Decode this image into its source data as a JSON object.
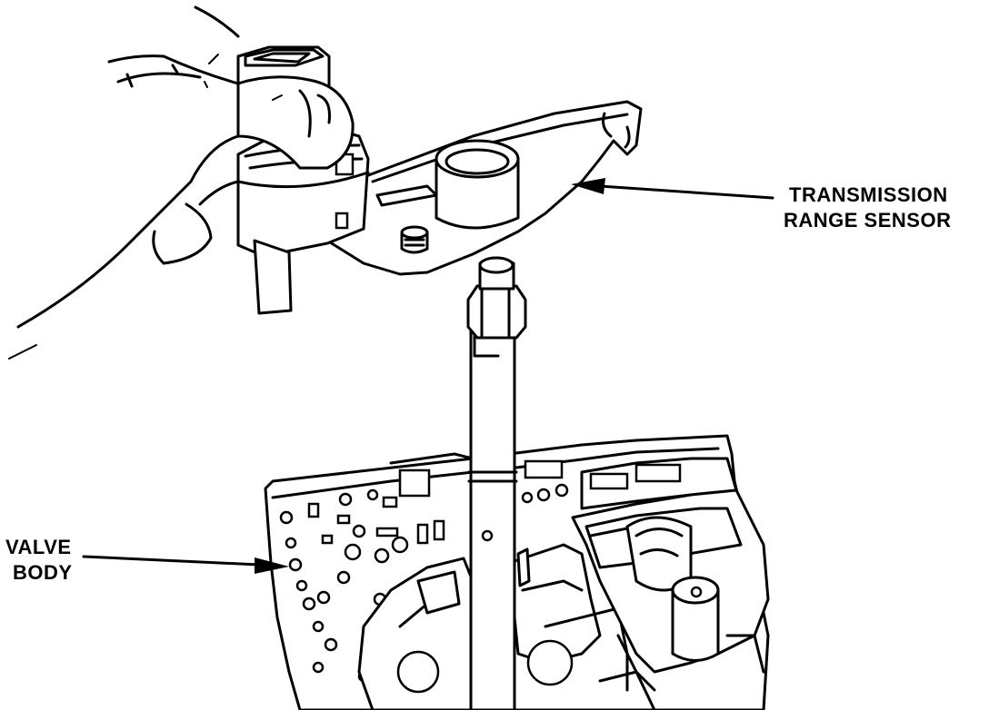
{
  "labels": {
    "trs_line1": "TRANSMISSION",
    "trs_line2": "RANGE SENSOR",
    "vb_line1": "VALVE",
    "vb_line2": "BODY"
  },
  "colors": {
    "ink": "#000000",
    "paper": "#ffffff"
  }
}
